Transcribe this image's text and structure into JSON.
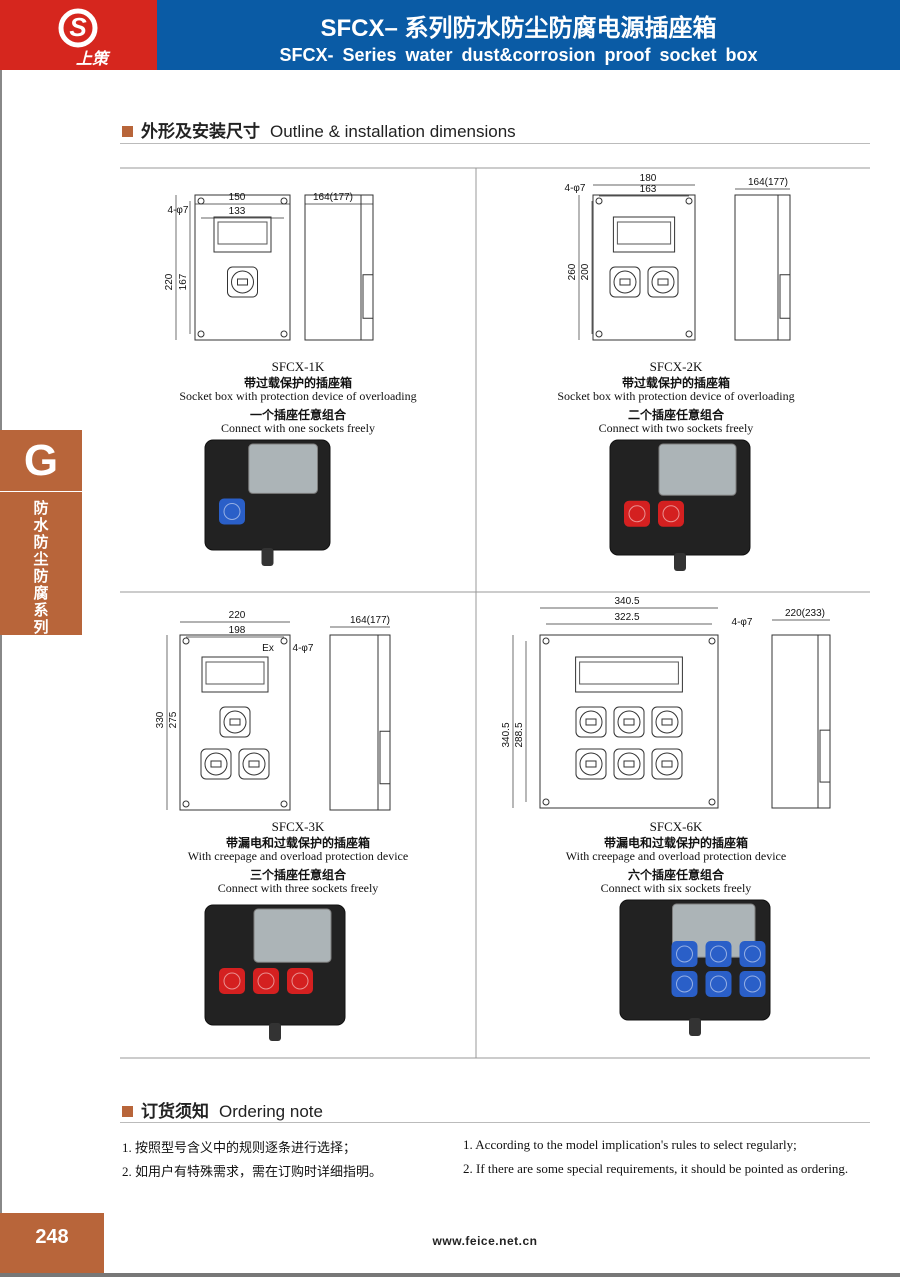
{
  "header": {
    "brand": "上策",
    "title_cn": "SFCX– 系列防水防尘防腐电源插座箱",
    "title_en": "SFCX- Series water dust&corrosion proof socket box"
  },
  "side_tab": {
    "letter": "G",
    "label": "防水防尘防腐系列"
  },
  "section_outline": {
    "cn": "外形及安装尺寸",
    "en": "Outline & installation dimensions"
  },
  "products": [
    {
      "model": "SFCX-1K",
      "desc_cn": "带过载保护的插座箱",
      "desc_en": "Socket box with protection device of overloading",
      "combo_cn": "一个插座任意组合",
      "combo_en": "Connect with one sockets freely",
      "dims": {
        "w_outer": "150",
        "w_inner": "133",
        "depth": "164(177)",
        "holes": "4-φ7",
        "h_outer": "220",
        "h_inner": "167"
      },
      "socket_color": "#2a5fc8"
    },
    {
      "model": "SFCX-2K",
      "desc_cn": "带过载保护的插座箱",
      "desc_en": "Socket box with protection device of overloading",
      "combo_cn": "二个插座任意组合",
      "combo_en": "Connect with two sockets freely",
      "dims": {
        "w_outer": "180",
        "w_inner": "163",
        "depth": "164(177)",
        "holes": "4-φ7",
        "h_outer": "260",
        "h_inner": "200"
      },
      "socket_color": "#d42020"
    },
    {
      "model": "SFCX-3K",
      "desc_cn": "带漏电和过载保护的插座箱",
      "desc_en": "With  creepage  and  overload  protection  device",
      "combo_cn": "三个插座任意组合",
      "combo_en": "Connect with three  sockets freely",
      "dims": {
        "w_outer": "220",
        "w_inner": "198",
        "depth": "164(177)",
        "holes": "4-φ7",
        "h_outer": "330",
        "h_inner": "275",
        "mark": "Ex"
      },
      "socket_color": "#d42020"
    },
    {
      "model": "SFCX-6K",
      "desc_cn": "带漏电和过载保护的插座箱",
      "desc_en": "With  creepage  and  overload  protection  device",
      "combo_cn": "六个插座任意组合",
      "combo_en": "Connect with  six sockets freely",
      "dims": {
        "w_outer": "340.5",
        "w_inner": "322.5",
        "depth": "220(233)",
        "holes": "4-φ7",
        "h_outer": "340.5",
        "h_inner": "288.5"
      },
      "socket_color": "#2a5fc8"
    }
  ],
  "section_order": {
    "cn": "订货须知",
    "en": "Ordering note"
  },
  "notes_cn": [
    "1. 按照型号含义中的规则逐条进行选择；",
    "2. 如用户有特殊需求，需在订购时详细指明。"
  ],
  "notes_en": [
    "1. According to the model implication's rules to select regularly;",
    "2. If there are some special requirements, it should be pointed as ordering."
  ],
  "footer": {
    "page": "248",
    "website": "www.feice.net.cn"
  }
}
